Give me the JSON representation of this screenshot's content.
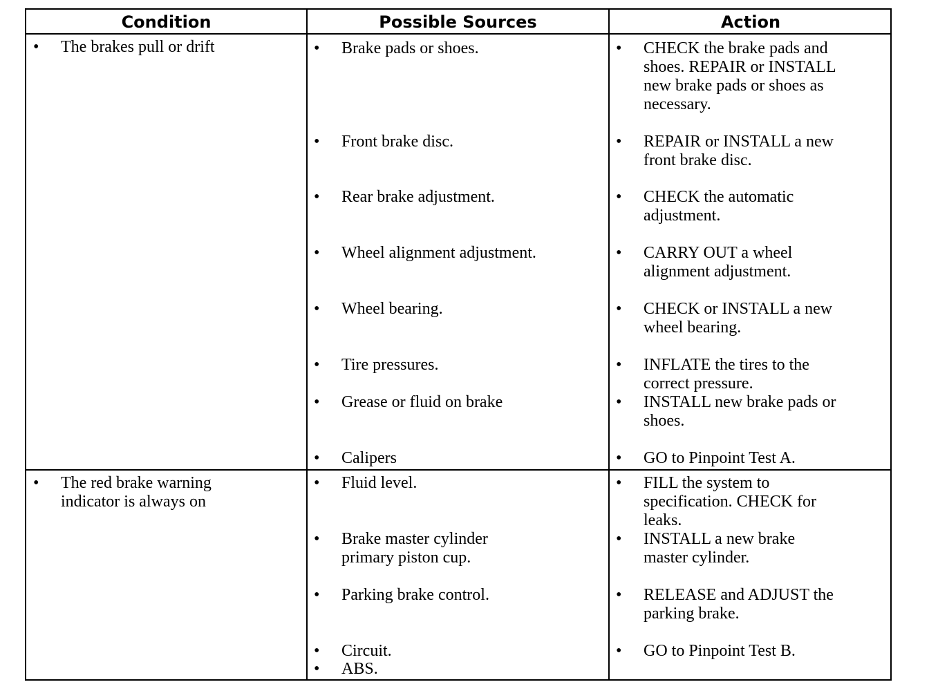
{
  "headers": {
    "condition": "Condition",
    "sources": "Possible Sources",
    "action": "Action"
  },
  "bullet": "•",
  "rows": [
    {
      "condition": "The brakes pull or drift",
      "sources": [
        "Brake pads or shoes.",
        "Front brake disc.",
        "Rear brake adjustment.",
        "Wheel alignment adjustment.",
        "Wheel bearing.",
        "Tire pressures.",
        "Grease or fluid on brake",
        "Calipers"
      ],
      "actions": [
        [
          "CHECK the brake pads and",
          "shoes. REPAIR or INSTALL",
          "new brake pads or shoes as",
          "necessary."
        ],
        [
          "REPAIR or INSTALL a new",
          "front brake disc."
        ],
        [
          "CHECK the automatic",
          "adjustment."
        ],
        [
          "CARRY OUT a wheel",
          "alignment adjustment."
        ],
        [
          "CHECK or INSTALL a new",
          "wheel bearing."
        ],
        [
          "INFLATE the tires to the",
          "correct pressure."
        ],
        [
          "INSTALL new brake pads or",
          "shoes."
        ],
        [
          "GO to Pinpoint Test A."
        ]
      ]
    },
    {
      "condition": [
        "The red brake warning",
        "indicator is always on"
      ],
      "sources": [
        [
          "Fluid level."
        ],
        [
          "Brake master cylinder",
          "primary piston cup."
        ],
        [
          "Parking brake control."
        ],
        [
          "Circuit."
        ],
        [
          "ABS."
        ]
      ],
      "actions": [
        [
          "FILL the system to",
          "specification. CHECK for",
          "leaks."
        ],
        [
          "INSTALL a new brake",
          "master cylinder."
        ],
        [
          "RELEASE and ADJUST the",
          "parking brake."
        ],
        [
          "GO to Pinpoint Test B."
        ]
      ]
    }
  ]
}
